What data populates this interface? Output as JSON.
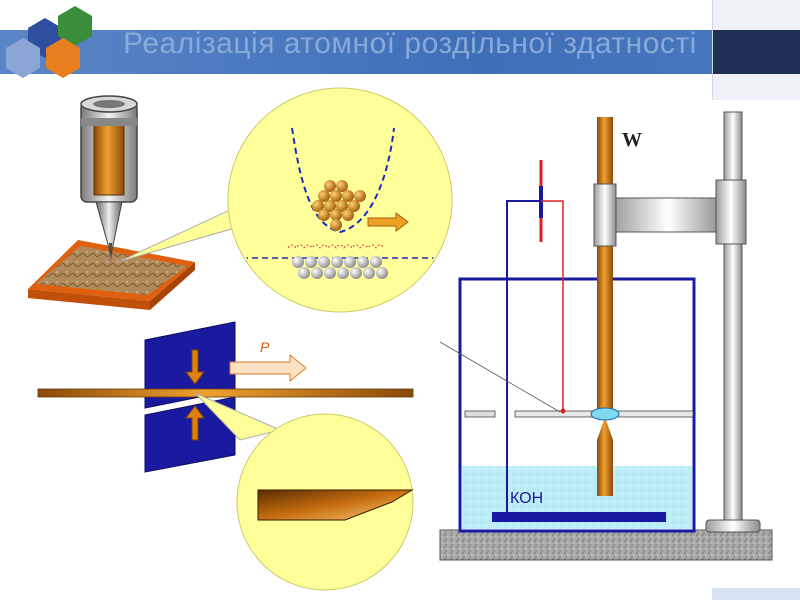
{
  "slide": {
    "title": "Реалізація атомної роздільної здатності"
  },
  "diagram": {
    "label_w": "W",
    "label_koh": "КОН",
    "label_p": "P"
  },
  "colors": {
    "orange": "#d98a1a",
    "blue": "#1a2c9e",
    "lightYellow": "#ffff99",
    "red": "#e02020",
    "electrolyte": "#b8ecf5"
  }
}
